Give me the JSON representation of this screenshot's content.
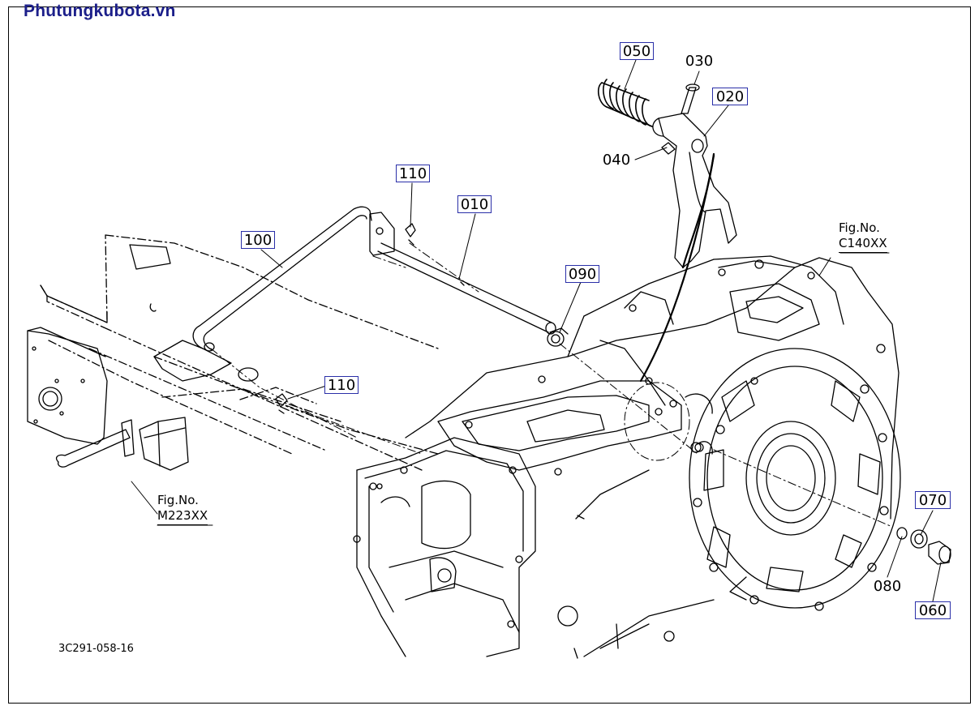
{
  "watermark": "Phutungkubota.vn",
  "drawing_number": "3C291-058-16",
  "figure_refs": {
    "c140": {
      "label": "Fig.No.",
      "number": "C140XX"
    },
    "m223": {
      "label": "Fig.No.",
      "number": "M223XX"
    }
  },
  "callouts": {
    "p050": "050",
    "p030": "030",
    "p020": "020",
    "p040": "040",
    "p110a": "110",
    "p010": "010",
    "p100": "100",
    "p090": "090",
    "p110b": "110",
    "p070": "070",
    "p080": "080",
    "p060": "060"
  }
}
